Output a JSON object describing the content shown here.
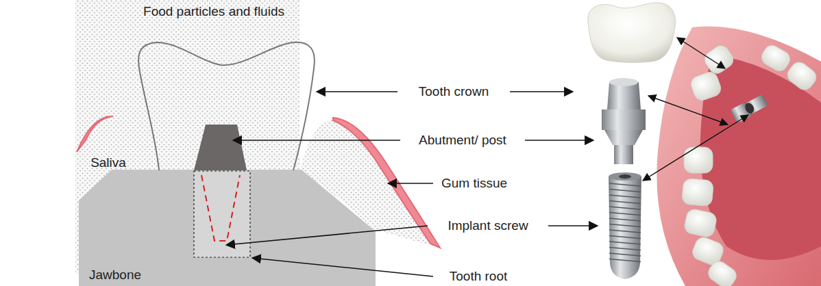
{
  "diagram": {
    "labels": [
      "Food particles and fluids",
      "Tooth crown",
      "Abutment/ post",
      "Saliva",
      "Gum tissue",
      "Implant screw",
      "Jawbone",
      "Tooth root"
    ]
  }
}
